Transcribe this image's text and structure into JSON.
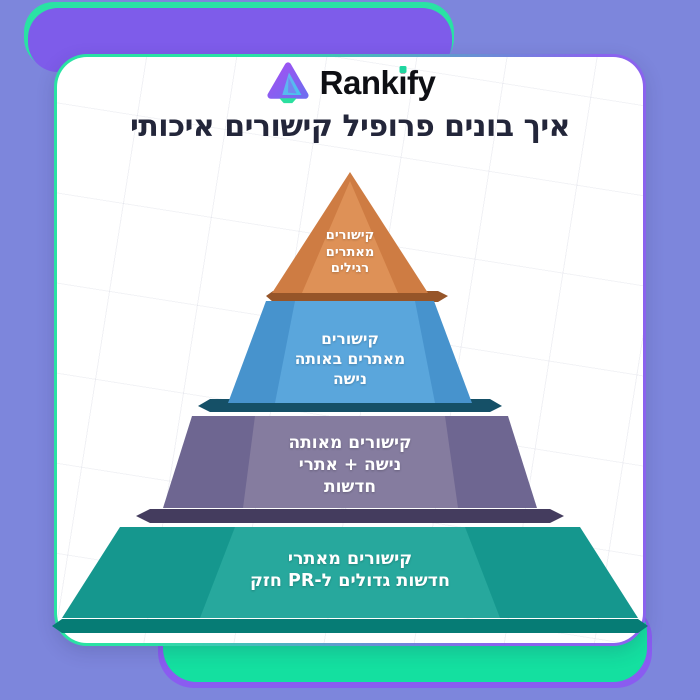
{
  "brand": {
    "name_pre": "Rank",
    "name_i": "i",
    "name_post": "fy",
    "logo_colors": {
      "purple": "#9a52f2",
      "violet": "#6f6cf0",
      "blue": "#58b8f2",
      "green": "#2bdf9f"
    }
  },
  "title": "איך בונים פרופיל קישורים איכותי",
  "theme": {
    "page_background": "#7d86dc",
    "accent_green": "#2ae2a4",
    "accent_purple": "#8160ec",
    "card_background": "#ffffff",
    "title_color": "#23263a",
    "label_color": "#ffffff"
  },
  "pyramid": {
    "tiers": [
      {
        "rank": 1,
        "label_lines": [
          "קישורים",
          "מאתרים",
          "רגילים"
        ],
        "face_color": "#ce7c43",
        "highlight_color": "#de9157",
        "edge_color": "#965529"
      },
      {
        "rank": 2,
        "label_lines": [
          "קישורים",
          "מאתרים באותה",
          "נישה"
        ],
        "face_color": "#4793cd",
        "highlight_color": "#5aa6dc",
        "edge_color": "#155067"
      },
      {
        "rank": 3,
        "label_lines": [
          "קישורים מאותה",
          "נישה + אתרי",
          "חדשות"
        ],
        "face_color": "#6e6691",
        "highlight_color": "#857c9f",
        "edge_color": "#443c5e"
      },
      {
        "rank": 4,
        "label_lines": [
          "קישורים מאתרי",
          "חדשות גדולים ל-PR חזק"
        ],
        "face_color": "#15978e",
        "highlight_color": "#27a89d",
        "edge_color": "#067c75"
      }
    ]
  }
}
